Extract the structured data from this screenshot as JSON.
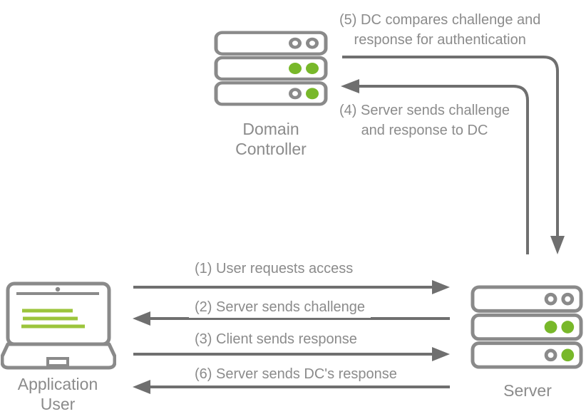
{
  "colors": {
    "background": "#ffffff",
    "arrow_gray": "#6f6f6f",
    "icon_gray": "#8a8a8a",
    "text_gray": "#8b8b8b",
    "green": "#78b82a",
    "green_light": "#9cc53c",
    "label_bg": "#ffffff"
  },
  "nodes": {
    "domain_controller": {
      "label": "Domain\nController"
    },
    "application_user": {
      "label": "Application\nUser"
    },
    "server": {
      "label": "Server"
    }
  },
  "messages": {
    "m1": {
      "label": "(1) User requests access",
      "direction": "left-to-right"
    },
    "m2": {
      "label": "(2) Server sends challenge",
      "direction": "right-to-left"
    },
    "m3": {
      "label": "(3) Client sends response",
      "direction": "left-to-right"
    },
    "m4": {
      "label": "(4) Server sends challenge\nand response to DC",
      "direction": "server-to-dc"
    },
    "m5": {
      "label": "(5) DC compares challenge and\nresponse for authentication",
      "direction": "dc-to-server"
    },
    "m6": {
      "label": "(6) Server sends DC's response",
      "direction": "right-to-left"
    }
  }
}
